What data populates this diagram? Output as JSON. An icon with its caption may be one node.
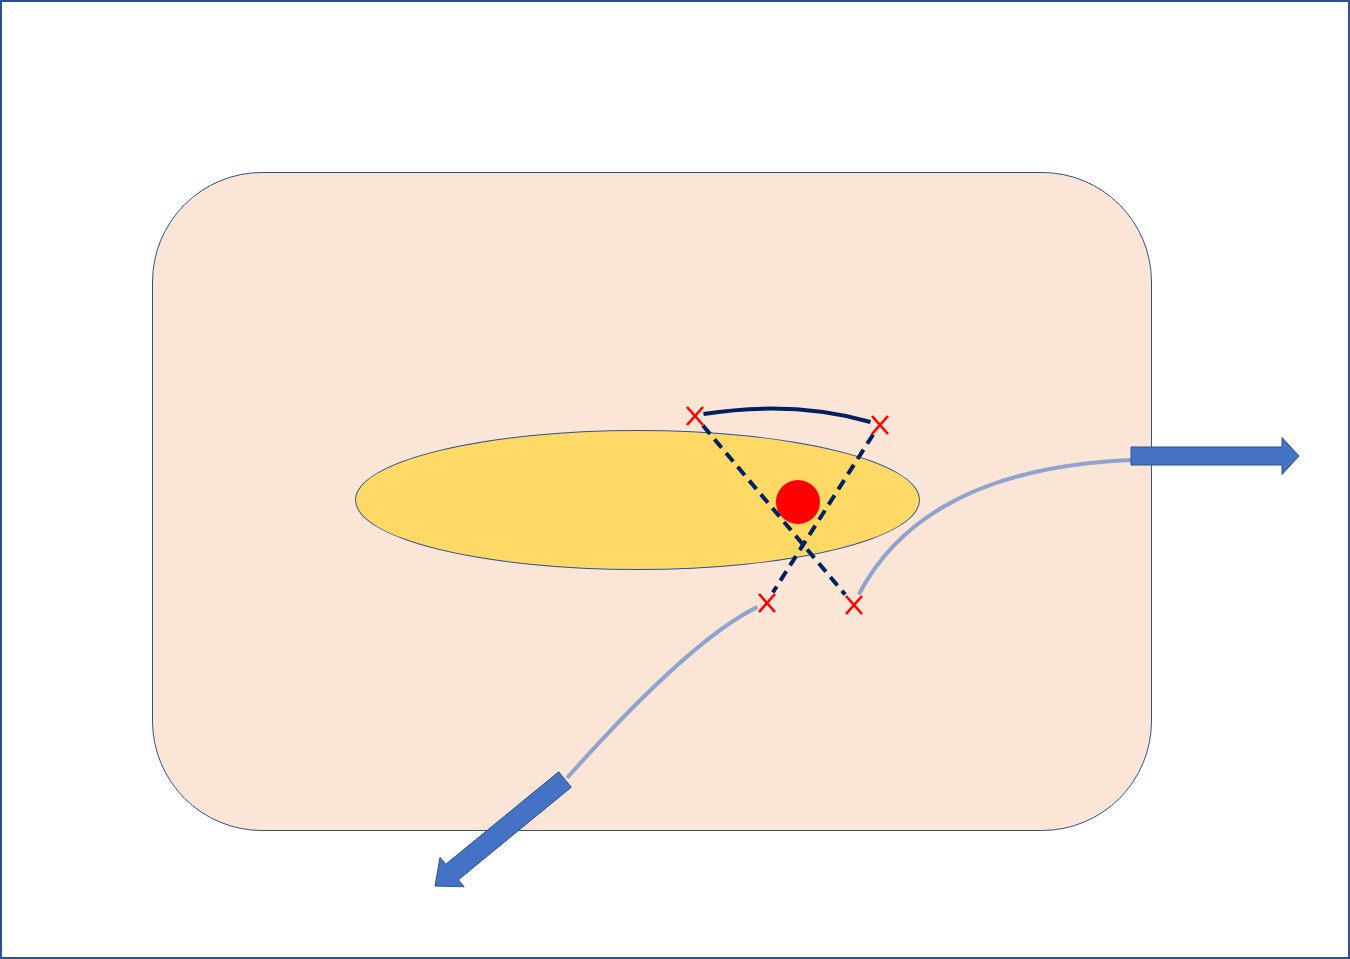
{
  "diagram": {
    "nodes": [
      {
        "text": [],
        "shape": "box"
      },
      {
        "text": [],
        "shape": "ellipse",
        "in": 0
      },
      {
        "text": [],
        "shape": "cross",
        "in": 0
      },
      {
        "text": [],
        "shape": "cross",
        "in": 0
      },
      {
        "text": [],
        "shape": "circle",
        "in": 1
      },
      {
        "text": [],
        "shape": "cross",
        "in": 0
      },
      {
        "text": [],
        "shape": "cross",
        "in": 0
      }
    ],
    "edges": [
      {
        "from": 2,
        "to": 3,
        "arrow": "none"
      },
      {
        "from": 2,
        "to": 6,
        "arrow": "none",
        "style": "dashed"
      },
      {
        "from": 3,
        "to": 5,
        "arrow": "none",
        "style": "dashed"
      },
      {
        "from": 5,
        "to": null,
        "arrow": "none",
        "color": "#8fa3cf"
      },
      {
        "from": 6,
        "to": null,
        "arrow": "none",
        "color": "#8fa3cf"
      }
    ]
  }
}
